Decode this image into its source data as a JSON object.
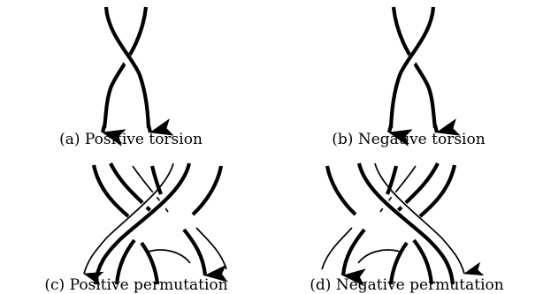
{
  "panels": [
    {
      "id": "a",
      "caption": "(a) Positive torsion"
    },
    {
      "id": "b",
      "caption": "(b) Negative torsion"
    },
    {
      "id": "c",
      "caption": "(c) Positive permutation"
    },
    {
      "id": "d",
      "caption": "(d) Negative permutation"
    }
  ]
}
